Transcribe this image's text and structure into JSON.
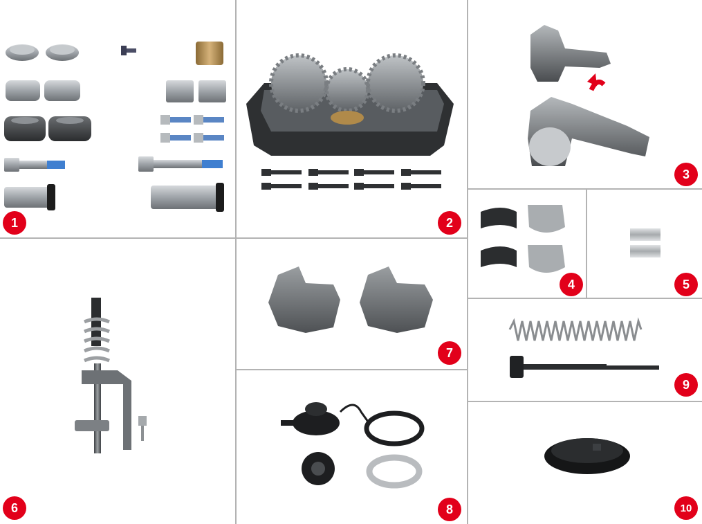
{
  "panels": [
    {
      "number": "1"
    },
    {
      "number": "2"
    },
    {
      "number": "3"
    },
    {
      "number": "4"
    },
    {
      "number": "5"
    },
    {
      "number": "6"
    },
    {
      "number": "7"
    },
    {
      "number": "8"
    },
    {
      "number": "9"
    },
    {
      "number": "10"
    }
  ],
  "colors": {
    "badge": "#e2001a",
    "divider": "#b3b3b3",
    "metal": "#9ea3a8",
    "dark_metal": "#4a4d50",
    "bronze": "#b08a4a",
    "blue_thread": "#3f7fd0",
    "rubber": "#1c1c1c"
  },
  "icons": [
    "caliper-repair-kit-icon",
    "gear-mechanism-icon",
    "lever-icon",
    "bearing-icon",
    "pin-icon",
    "adjuster-icon",
    "pad-holder-icon",
    "cap-seal-icon",
    "spring-shaft-icon",
    "cover-plate-icon"
  ]
}
